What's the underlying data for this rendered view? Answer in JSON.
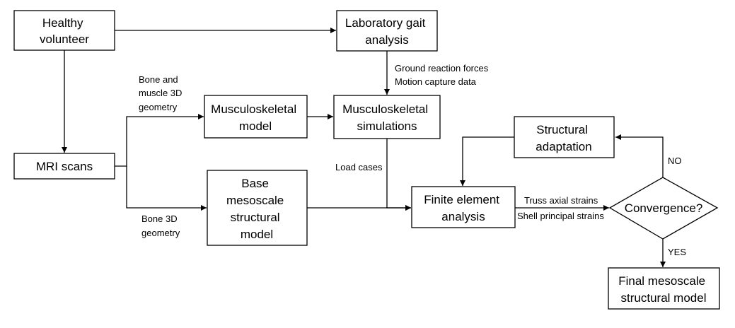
{
  "nodes": {
    "healthy_volunteer": [
      "Healthy",
      "volunteer"
    ],
    "lab_gait": [
      "Laboratory gait",
      "analysis"
    ],
    "musculoskeletal_model": [
      "Musculoskeletal",
      "model"
    ],
    "musculoskeletal_simulations": [
      "Musculoskeletal",
      "simulations"
    ],
    "structural_adaptation": [
      "Structural",
      "adaptation"
    ],
    "mri_scans": [
      "MRI scans"
    ],
    "base_model": [
      "Base",
      "mesoscale",
      "structural",
      "model"
    ],
    "fea": [
      "Finite element",
      "analysis"
    ],
    "convergence": [
      "Convergence?"
    ],
    "final_model": [
      "Final mesoscale",
      "structural model"
    ]
  },
  "edge_labels": {
    "bone_muscle": [
      "Bone and",
      "muscle 3D",
      "geometry"
    ],
    "bone_3d": [
      "Bone 3D",
      "geometry"
    ],
    "grf": [
      "Ground reaction forces",
      "Motion capture data"
    ],
    "load_cases": [
      "Load cases"
    ],
    "strains": [
      "Truss axial strains",
      "Shell principal strains"
    ],
    "no": [
      "NO"
    ],
    "yes": [
      "YES"
    ]
  }
}
